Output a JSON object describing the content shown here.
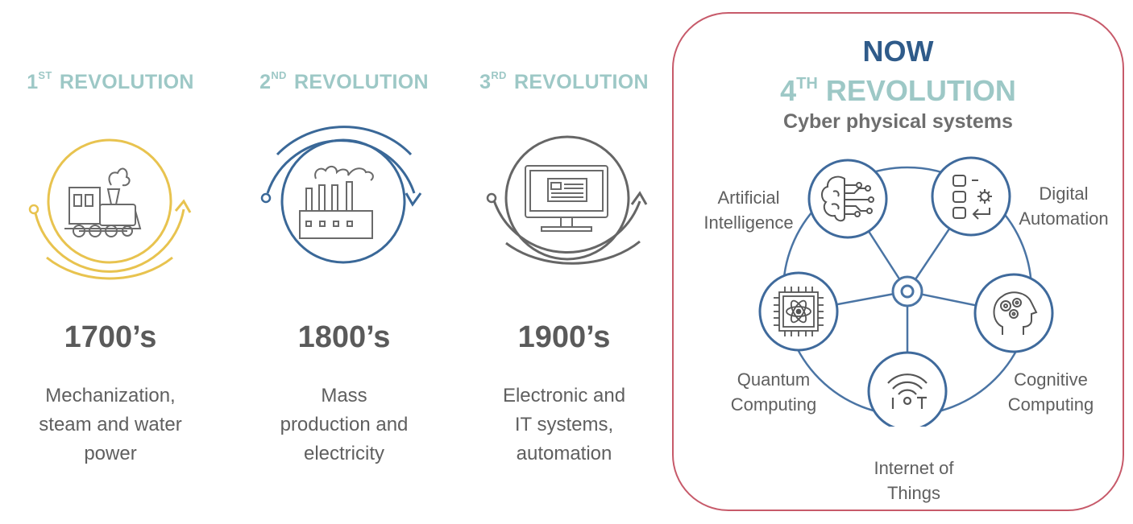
{
  "revolutions": [
    {
      "ordinal": "1",
      "suffix": "ST",
      "word": "REVOLUTION",
      "year": "1700’s",
      "desc": [
        "Mechanization,",
        "steam and water",
        "power"
      ],
      "color": "#e8c34f",
      "icon": "steam-train-icon"
    },
    {
      "ordinal": "2",
      "suffix": "ND",
      "word": " REVOLUTION",
      "year": "1800’s",
      "desc": [
        "Mass",
        "production and",
        "electricity"
      ],
      "color": "#3a6898",
      "icon": "factory-icon"
    },
    {
      "ordinal": "3",
      "suffix": "RD",
      "word": "REVOLUTION",
      "year": "1900’s",
      "desc": [
        "Electronic and",
        "IT systems,",
        "automation"
      ],
      "color": "#666666",
      "icon": "computer-monitor-icon"
    }
  ],
  "now": {
    "title": "NOW",
    "revolution": {
      "ordinal": "4",
      "suffix": "TH",
      "word": " REVOLUTION"
    },
    "subtitle": "Cyber physical systems",
    "nodes": [
      {
        "label": [
          "Artificial",
          "Intelligence"
        ],
        "icon": "brain-circuit-icon"
      },
      {
        "label": [
          "Digital",
          "Automation"
        ],
        "icon": "automation-flow-icon"
      },
      {
        "label": [
          "Cognitive",
          "Computing"
        ],
        "icon": "head-gears-icon"
      },
      {
        "label": [
          "Internet of",
          "Things"
        ],
        "icon": "iot-wifi-icon"
      },
      {
        "label": [
          "Quantum",
          "Computing"
        ],
        "icon": "quantum-chip-icon"
      }
    ],
    "border_color": "#c75a6a",
    "network_color": "#4a74a4"
  },
  "colors": {
    "title_teal": "#9dc8c6",
    "text_gray": "#5f5f5f"
  }
}
